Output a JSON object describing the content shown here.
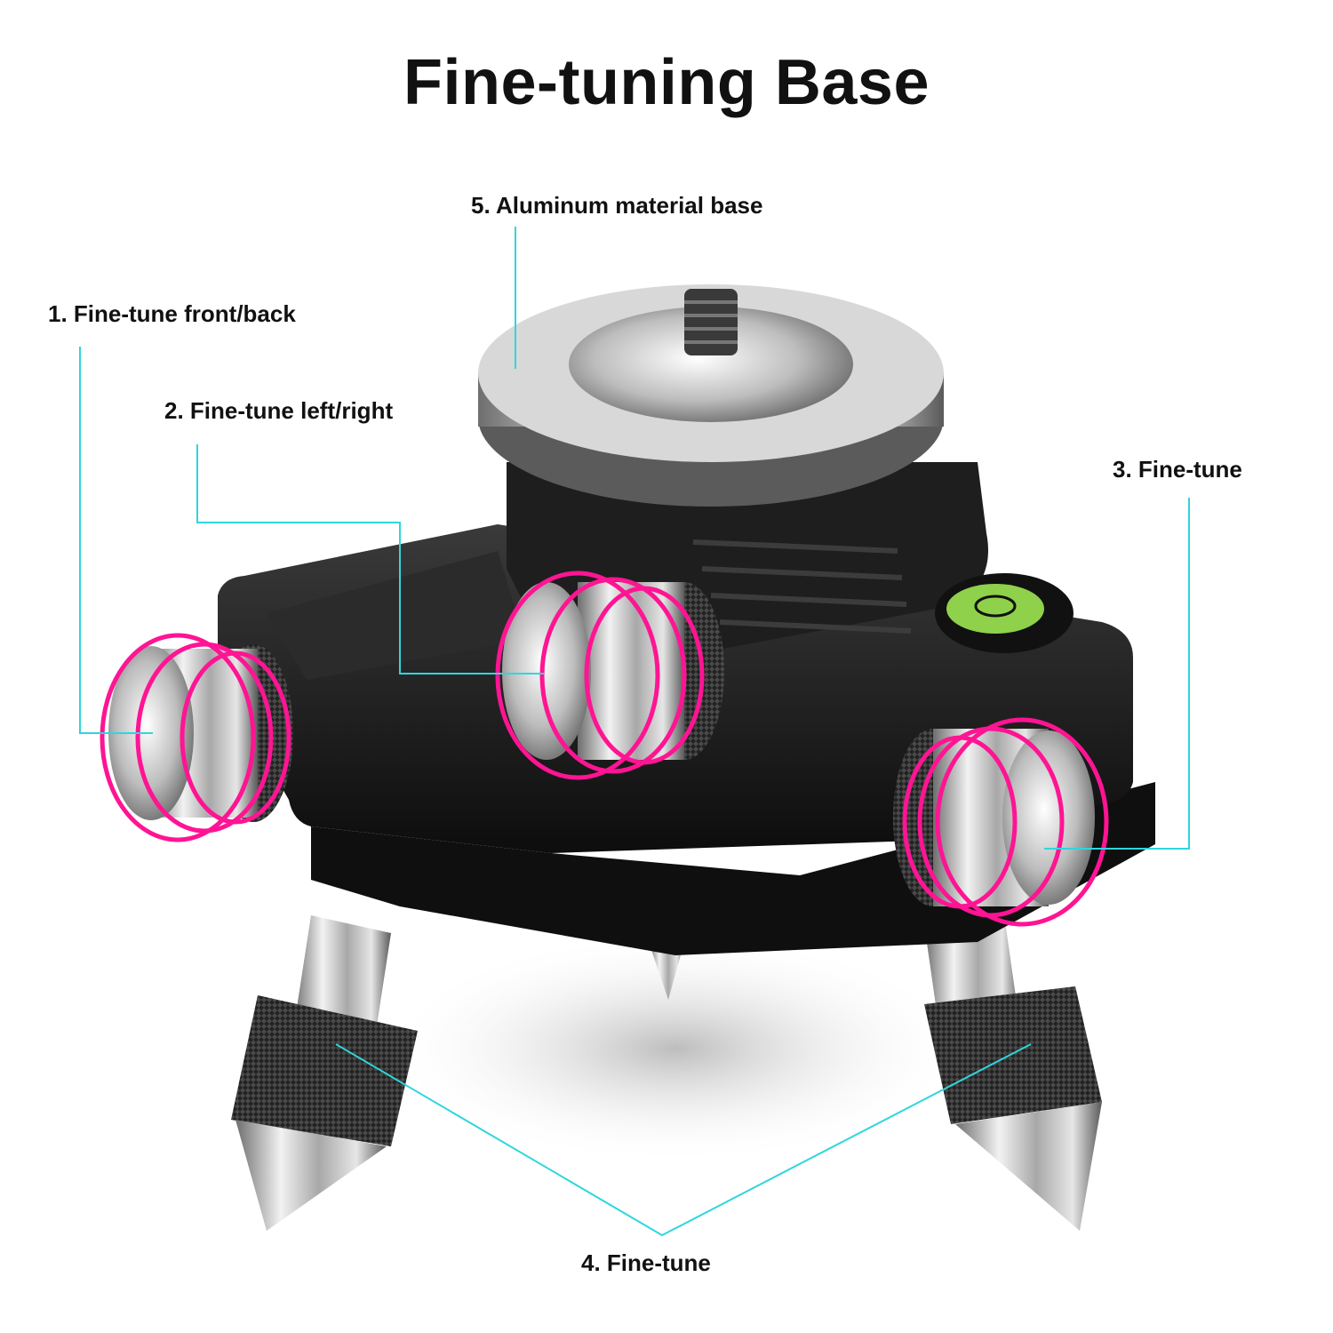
{
  "title": "Fine-tuning Base",
  "callouts": {
    "c1": "1. Fine-tune front/back",
    "c2": "2. Fine-tune left/right",
    "c3": "3. Fine-tune",
    "c4": "4. Fine-tune",
    "c5": "5. Aluminum material base"
  },
  "colors": {
    "leader_line": "#2fd6dc",
    "rotation_arrow": "#ff1493",
    "body": "#1a1a1a",
    "metal": "#c8c8c8",
    "bubble_vial": "#8fd14a"
  }
}
